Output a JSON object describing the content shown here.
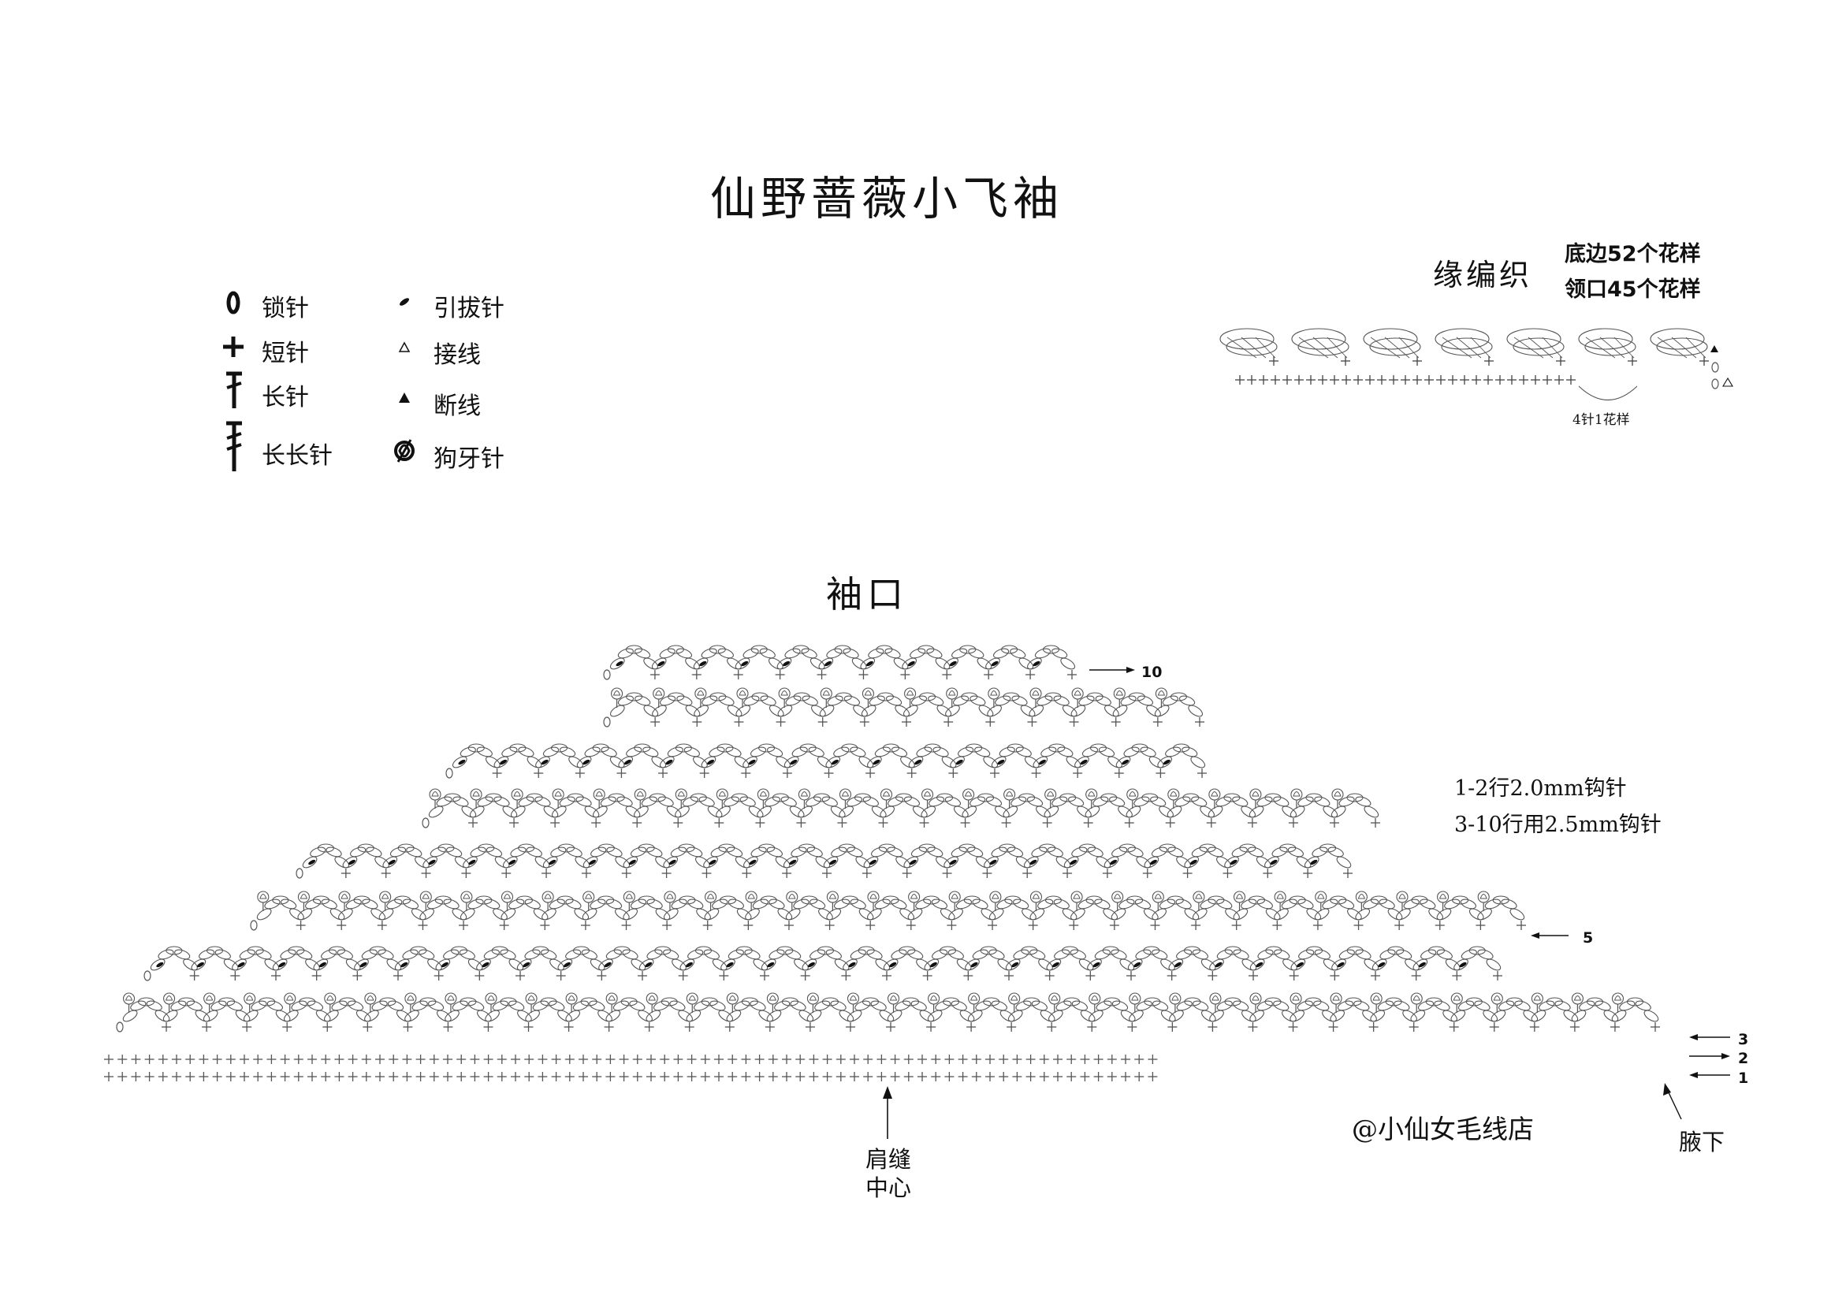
{
  "title": "仙野蔷薇小飞袖",
  "legend": [
    {
      "symbol": "0",
      "label": "锁针",
      "icon": "chain-stitch-icon"
    },
    {
      "symbol": "+",
      "label": "短针",
      "icon": "single-crochet-icon"
    },
    {
      "symbol": "T",
      "label": "长针",
      "icon": "double-crochet-icon"
    },
    {
      "symbol": "T2",
      "label": "长长针",
      "icon": "treble-crochet-icon"
    },
    {
      "symbol": "slip",
      "label": "引拔针",
      "icon": "slip-stitch-icon"
    },
    {
      "symbol": "join",
      "label": "接线",
      "icon": "join-yarn-icon"
    },
    {
      "symbol": "cut",
      "label": "断线",
      "icon": "fasten-off-icon"
    },
    {
      "symbol": "picot",
      "label": "狗牙针",
      "icon": "picot-icon"
    }
  ],
  "edging": {
    "title": "缘编织",
    "line1": "底边52个花样",
    "line2": "领口45个花样",
    "repeat_label": "4针1花样"
  },
  "cuff": {
    "title": "袖口",
    "notes": [
      "1-2行2.0mm钩针",
      "3-10行用2.5mm钩针"
    ],
    "row_labels": [
      "10",
      "5",
      "3",
      "2",
      "1"
    ],
    "shoulder_label": [
      "肩缝",
      "中心"
    ],
    "armpit_label": "腋下"
  },
  "credit": "@小仙女毛线店"
}
